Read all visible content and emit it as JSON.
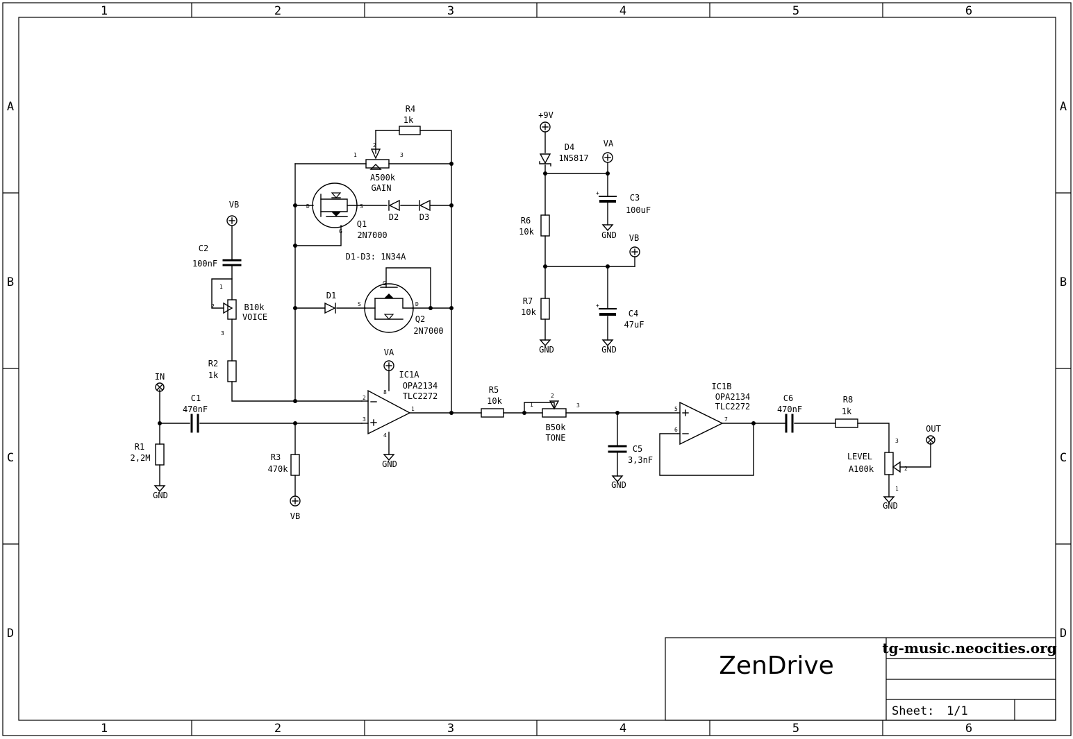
{
  "grid": {
    "columns": [
      "1",
      "2",
      "3",
      "4",
      "5",
      "6"
    ],
    "rows": [
      "A",
      "B",
      "C",
      "D"
    ]
  },
  "title_block": {
    "title": "ZenDrive",
    "site": "tg-music.neocities.org",
    "sheet_label": "Sheet:",
    "sheet_value": "1/1"
  },
  "components": [
    {
      "ref": "R1",
      "value": "2,2M"
    },
    {
      "ref": "R2",
      "value": "1k"
    },
    {
      "ref": "R3",
      "value": "470k"
    },
    {
      "ref": "R4",
      "value": "1k"
    },
    {
      "ref": "R5",
      "value": "10k"
    },
    {
      "ref": "R6",
      "value": "10k"
    },
    {
      "ref": "R7",
      "value": "10k"
    },
    {
      "ref": "R8",
      "value": "1k"
    },
    {
      "ref": "C1",
      "value": "470nF"
    },
    {
      "ref": "C2",
      "value": "100nF"
    },
    {
      "ref": "C3",
      "value": "100uF"
    },
    {
      "ref": "C4",
      "value": "47uF"
    },
    {
      "ref": "C5",
      "value": "3,3nF"
    },
    {
      "ref": "C6",
      "value": "470nF"
    },
    {
      "ref": "D1",
      "value": ""
    },
    {
      "ref": "D2",
      "value": ""
    },
    {
      "ref": "D3",
      "value": ""
    },
    {
      "ref": "D4",
      "value": "1N5817"
    },
    {
      "ref": "Q1",
      "value": "2N7000"
    },
    {
      "ref": "Q2",
      "value": "2N7000"
    },
    {
      "ref": "IC1A",
      "value": "OPA2134",
      "alt": "TLC2272"
    },
    {
      "ref": "IC1B",
      "value": "OPA2134",
      "alt": "TLC2272"
    },
    {
      "ref": "A500k",
      "value": "GAIN"
    },
    {
      "ref": "B10k",
      "value": "VOICE"
    },
    {
      "ref": "B50k",
      "value": "TONE"
    },
    {
      "ref": "LEVEL",
      "value": "A100k"
    }
  ],
  "diode_note": "D1-D3: 1N34A",
  "nets": {
    "in": "IN",
    "out": "OUT",
    "gnd": "GND",
    "va": "VA",
    "vb": "VB",
    "v9": "+9V"
  },
  "pins": {
    "p1": "1",
    "p2": "2",
    "p3": "3",
    "p4": "4",
    "p5": "5",
    "p6": "6",
    "p7": "7",
    "p8": "8",
    "d": "D",
    "s": "S",
    "g": "G",
    "plus": "+"
  }
}
